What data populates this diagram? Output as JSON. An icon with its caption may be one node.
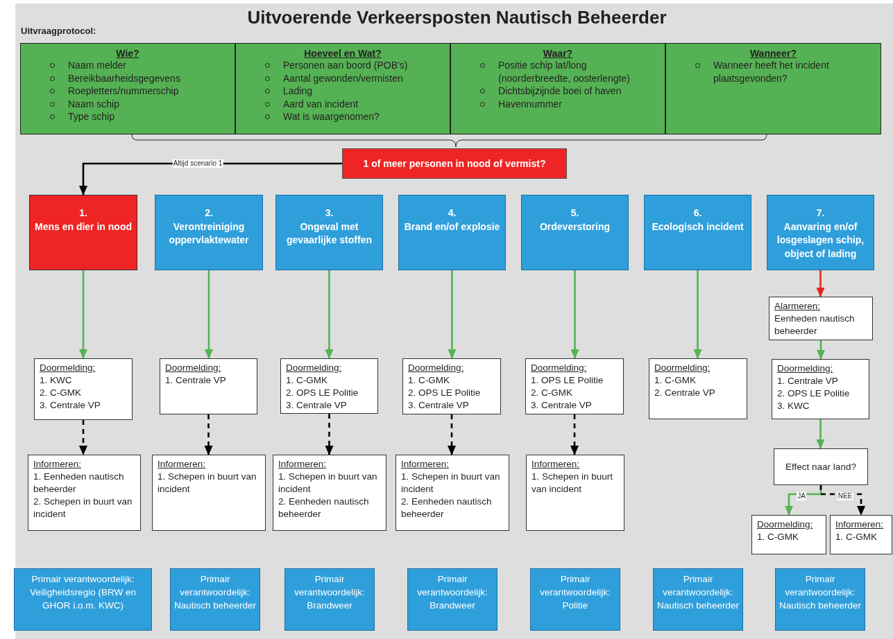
{
  "diagram": {
    "title": "Uitvoerende Verkeersposten Nautisch Beheerder",
    "nodes": [
      {
        "text": [
          "Wie?",
          "Naam melder",
          "Bereikbaarheidsgegevens",
          "Roepletters/nummerschip",
          "Naam schip",
          "Type schip"
        ]
      },
      {
        "text": [
          "Hoeveel en Wat?",
          "Personen aan boord (POB’s)",
          "Aantal gewonden/vermisten",
          "Lading",
          "Aard van incident",
          "Wat is waargenomen?"
        ]
      },
      {
        "text": [
          "Waar?",
          "Positie schip lat/long (noorderbreedte, oosterlengte)",
          "Dichtsbijzijnde boei of haven",
          "Havennummer"
        ]
      },
      {
        "text": [
          "Wanneer?",
          "Wanneer heeft het incident plaatsgevonden?"
        ]
      },
      {
        "text": [
          "1 of meer personen in nood of vermist?"
        ]
      },
      {
        "text": [
          "1.",
          "Mens en dier in nood"
        ]
      },
      {
        "text": [
          "2.",
          "Verontreiniging oppervlaktewater"
        ]
      },
      {
        "text": [
          "3.",
          "Ongeval met gevaarlijke stoffen"
        ]
      },
      {
        "text": [
          "4.",
          "Brand en/of explosie"
        ]
      },
      {
        "text": [
          "5.",
          "Ordeverstoring"
        ]
      },
      {
        "text": [
          "6.",
          "Ecologisch incident"
        ]
      },
      {
        "text": [
          "7.",
          "Aanvaring en/of losgeslagen schip, object of lading"
        ]
      },
      {
        "text": [
          "Alarmeren:",
          "Eenheden nautisch beheerder"
        ]
      },
      {
        "text": [
          "Doormelding:",
          "1. KWC",
          "2. C-GMK",
          "3. Centrale VP"
        ]
      },
      {
        "text": [
          "Doormelding:",
          "1. Centrale VP"
        ]
      },
      {
        "text": [
          "Doormelding:",
          "1. C-GMK",
          "2. OPS LE Politie",
          "3. Centrale VP"
        ]
      },
      {
        "text": [
          "Doormelding:",
          "1. C-GMK",
          "2. OPS LE Politie",
          "3. Centrale VP"
        ]
      },
      {
        "text": [
          "Doormelding:",
          "1. OPS LE Politie",
          "2. C-GMK",
          "3. Centrale VP"
        ]
      },
      {
        "text": [
          "Doormelding:",
          "1. C-GMK",
          "2. Centrale VP"
        ]
      },
      {
        "text": [
          "Doormelding:",
          "1. Centrale VP",
          "2. OPS LE Politie",
          "3. KWC"
        ]
      },
      {
        "text": [
          "Informeren:",
          "1. Eenheden nautisch beheerder",
          "2. Schepen in buurt van incident"
        ]
      },
      {
        "text": [
          "Informeren:",
          "1. Schepen in buurt van incident"
        ]
      },
      {
        "text": [
          "Informeren:",
          "1. Schepen in buurt van incident",
          "2. Eenheden nautisch beheerder"
        ]
      },
      {
        "text": [
          "Informeren:",
          "1. Schepen in buurt van incident",
          "2. Eenheden nautisch beheerder"
        ]
      },
      {
        "text": [
          "Informeren:",
          "1. Schepen in buurt van incident"
        ]
      },
      {
        "text": [
          "Effect naar land?"
        ]
      },
      {
        "text": [
          "Doormelding:",
          "1. C-GMK"
        ]
      },
      {
        "text": [
          "Informeren:",
          "1. C-GMK"
        ]
      },
      {
        "text": [
          "Primair verantwoordelijk:",
          "Veiligheidsregio (BRW en GHOR i.o.m. KWC)"
        ]
      },
      {
        "text": [
          "Primair verantwoordelijk:",
          "Nautisch beheerder"
        ]
      },
      {
        "text": [
          "Primair verantwoordelijk:",
          "Brandweer"
        ]
      },
      {
        "text": [
          "Primair verantwoordelijk:",
          "Brandweer"
        ]
      },
      {
        "text": [
          "Primair verantwoordelijk:",
          "Politie"
        ]
      },
      {
        "text": [
          "Primair verantwoordelijk:",
          "Nautisch beheerder"
        ]
      },
      {
        "text": [
          "Primair verantwoordelijk:",
          "Nautisch beheerder"
        ]
      }
    ],
    "edges": [
      {
        "from": 4,
        "to": 5,
        "arrow": "to",
        "label": "Altijd scenario 1",
        "color": "#000000"
      },
      {
        "from": 5,
        "to": 13,
        "arrow": "to"
      },
      {
        "from": 6,
        "to": 14,
        "arrow": "to"
      },
      {
        "from": 7,
        "to": 15,
        "arrow": "to"
      },
      {
        "from": 8,
        "to": 16,
        "arrow": "to"
      },
      {
        "from": 9,
        "to": 17,
        "arrow": "to"
      },
      {
        "from": 10,
        "to": 18,
        "arrow": "to"
      },
      {
        "from": 11,
        "to": 12,
        "arrow": "to",
        "color": "#e52521"
      },
      {
        "from": 12,
        "to": 19,
        "arrow": "to"
      },
      {
        "from": 13,
        "to": 20,
        "arrow": "to",
        "style": "dashed",
        "color": "#000000"
      },
      {
        "from": 14,
        "to": 21,
        "arrow": "to",
        "style": "dashed",
        "color": "#000000"
      },
      {
        "from": 15,
        "to": 22,
        "arrow": "to",
        "style": "dashed",
        "color": "#000000"
      },
      {
        "from": 16,
        "to": 23,
        "arrow": "to",
        "style": "dashed",
        "color": "#000000"
      },
      {
        "from": 17,
        "to": 24,
        "arrow": "to",
        "style": "dashed",
        "color": "#000000"
      },
      {
        "from": 19,
        "to": 25,
        "arrow": "to"
      },
      {
        "from": 25,
        "to": 26,
        "arrow": "to",
        "label": "JA"
      },
      {
        "from": 25,
        "to": 27,
        "arrow": "to",
        "label": "NEE",
        "style": "dashed",
        "color": "#000000"
      }
    ],
    "labels": [
      "Uitvraagprotocol:"
    ]
  }
}
